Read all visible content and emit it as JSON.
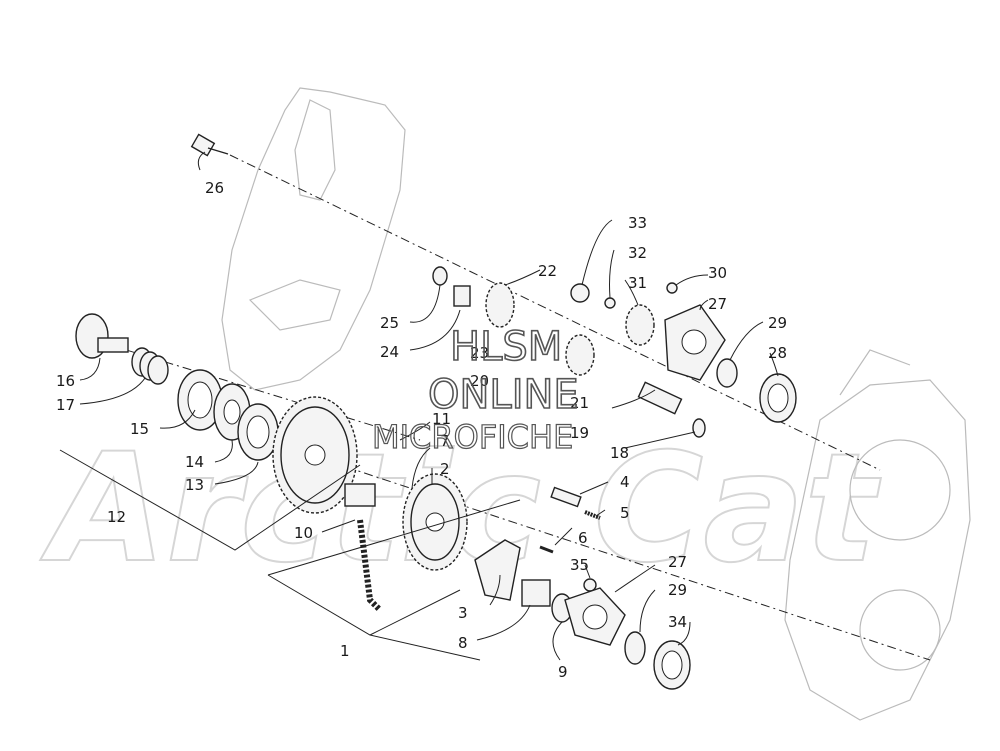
{
  "watermark": {
    "line1": "HLSM",
    "line2": "ONLINE",
    "line3": "MICROFICHE",
    "background_brand": "Arctic Cat"
  },
  "callouts": {
    "c1": "1",
    "c2": "2",
    "c3": "3",
    "c4": "4",
    "c5": "5",
    "c6": "6",
    "c7": "7",
    "c8": "8",
    "c9": "9",
    "c10": "10",
    "c11": "11",
    "c12": "12",
    "c13": "13",
    "c14": "14",
    "c15": "15",
    "c16": "16",
    "c17": "17",
    "c18": "18",
    "c19": "19",
    "c20": "20",
    "c21": "21",
    "c22": "22",
    "c23": "23",
    "c24": "24",
    "c25": "25",
    "c26": "26",
    "c27a": "27",
    "c27b": "27",
    "c28": "28",
    "c29a": "29",
    "c29b": "29",
    "c30": "30",
    "c31": "31",
    "c32": "32",
    "c33": "33",
    "c34": "34",
    "c35": "35"
  }
}
